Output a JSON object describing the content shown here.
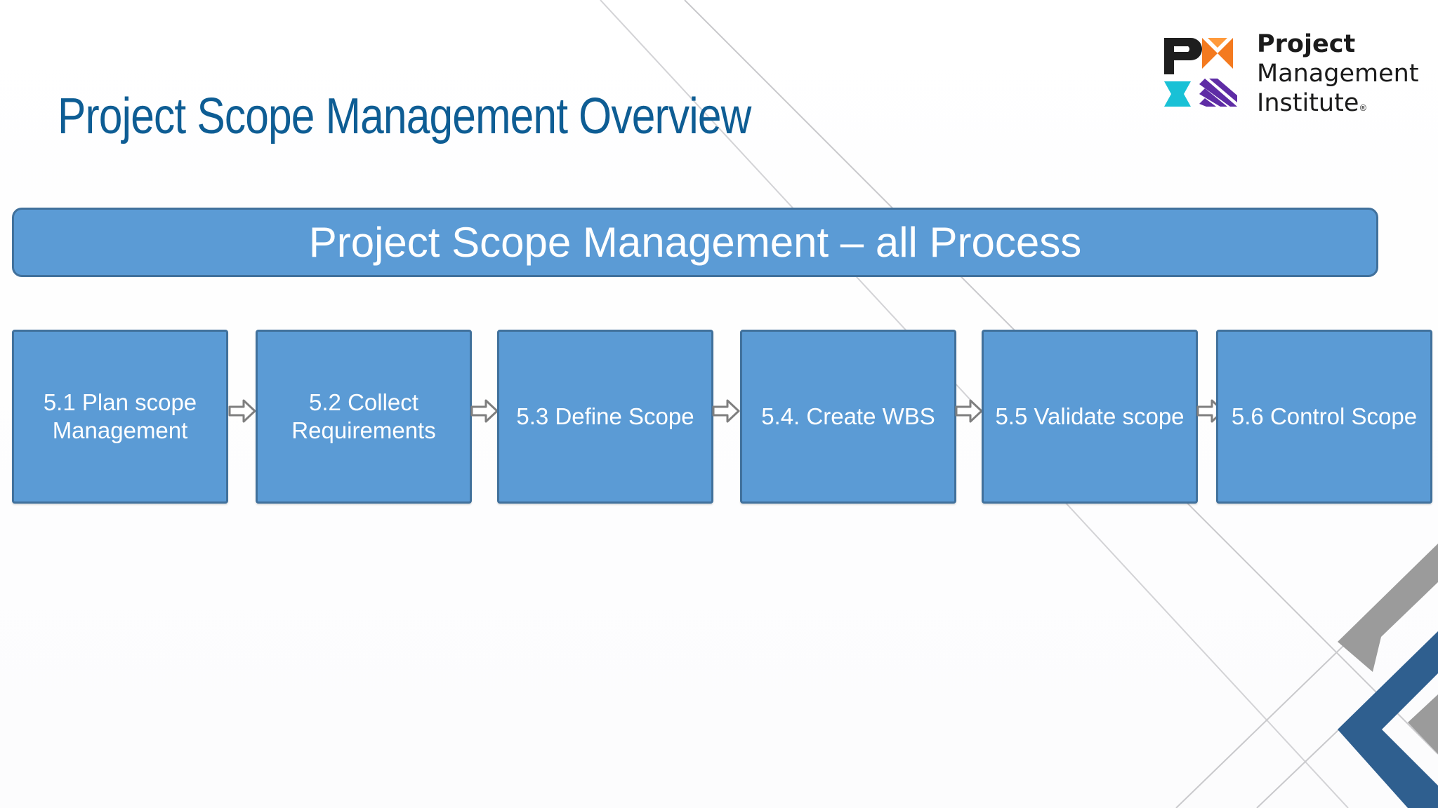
{
  "slide": {
    "title": "Project Scope Management Overview",
    "banner_text": "Project Scope Management – all Process"
  },
  "logo": {
    "line1": "Project",
    "line2": "Management",
    "line3": "Institute",
    "reg_mark": "®"
  },
  "steps": [
    {
      "label": "5.1 Plan scope Management"
    },
    {
      "label": "5.2 Collect Requirements"
    },
    {
      "label": "5.3 Define Scope"
    },
    {
      "label": "5.4. Create WBS"
    },
    {
      "label": "5.5 Validate scope"
    },
    {
      "label": "5.6 Control Scope"
    }
  ],
  "colors": {
    "title": "#0e5d94",
    "box_fill": "#5b9bd5",
    "box_border": "#41719c",
    "box_text": "#ffffff",
    "arrow": "#7f7f7f",
    "deco_blue": "#2f5f8f",
    "deco_gray": "#8f8f8f"
  },
  "icons": {
    "arrows": "hollow-right-arrow-icon",
    "logo": "pmi-logo-icon"
  }
}
